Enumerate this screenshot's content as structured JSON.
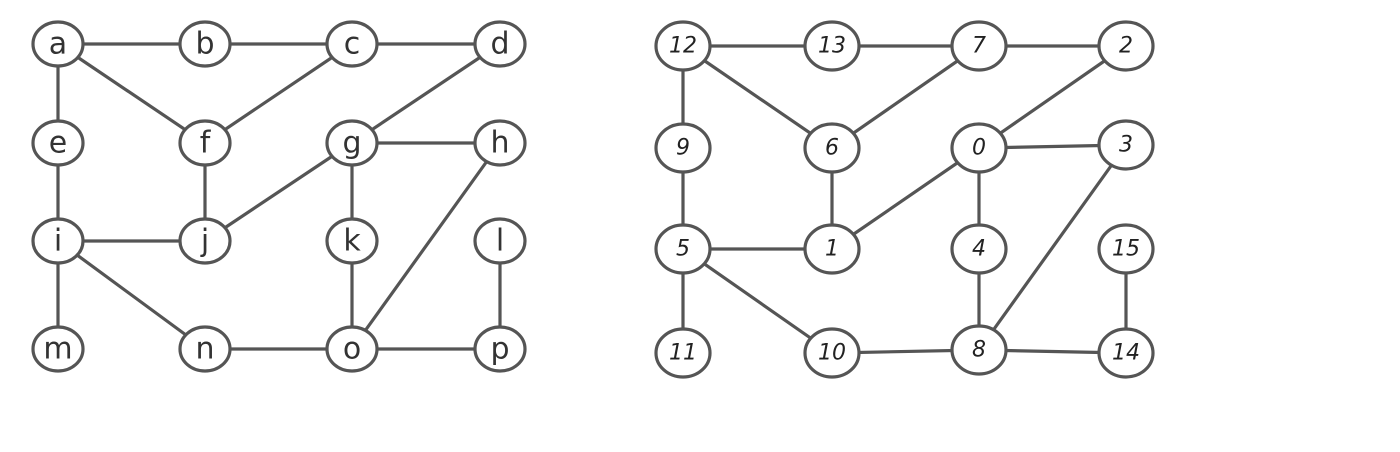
{
  "graphs": [
    {
      "id": "letter-graph",
      "nodes": [
        {
          "id": "a",
          "label": "a"
        },
        {
          "id": "b",
          "label": "b"
        },
        {
          "id": "c",
          "label": "c"
        },
        {
          "id": "d",
          "label": "d"
        },
        {
          "id": "e",
          "label": "e"
        },
        {
          "id": "f",
          "label": "f"
        },
        {
          "id": "g",
          "label": "g"
        },
        {
          "id": "h",
          "label": "h"
        },
        {
          "id": "i",
          "label": "i"
        },
        {
          "id": "j",
          "label": "j"
        },
        {
          "id": "k",
          "label": "k"
        },
        {
          "id": "l",
          "label": "l"
        },
        {
          "id": "m",
          "label": "m"
        },
        {
          "id": "n",
          "label": "n"
        },
        {
          "id": "o",
          "label": "o"
        },
        {
          "id": "p",
          "label": "p"
        }
      ],
      "edges": [
        [
          "a",
          "b"
        ],
        [
          "b",
          "c"
        ],
        [
          "c",
          "d"
        ],
        [
          "a",
          "e"
        ],
        [
          "a",
          "f"
        ],
        [
          "c",
          "f"
        ],
        [
          "d",
          "g"
        ],
        [
          "g",
          "h"
        ],
        [
          "e",
          "i"
        ],
        [
          "f",
          "j"
        ],
        [
          "g",
          "j"
        ],
        [
          "g",
          "k"
        ],
        [
          "i",
          "j"
        ],
        [
          "i",
          "m"
        ],
        [
          "i",
          "n"
        ],
        [
          "k",
          "o"
        ],
        [
          "h",
          "o"
        ],
        [
          "l",
          "p"
        ],
        [
          "n",
          "o"
        ],
        [
          "o",
          "p"
        ]
      ]
    },
    {
      "id": "number-graph",
      "nodes": [
        {
          "id": "a",
          "label": "12"
        },
        {
          "id": "b",
          "label": "13"
        },
        {
          "id": "c",
          "label": "7"
        },
        {
          "id": "d",
          "label": "2"
        },
        {
          "id": "e",
          "label": "9"
        },
        {
          "id": "f",
          "label": "6"
        },
        {
          "id": "g",
          "label": "0"
        },
        {
          "id": "h",
          "label": "3"
        },
        {
          "id": "i",
          "label": "5"
        },
        {
          "id": "j",
          "label": "1"
        },
        {
          "id": "k",
          "label": "4"
        },
        {
          "id": "l",
          "label": "15"
        },
        {
          "id": "m",
          "label": "11"
        },
        {
          "id": "n",
          "label": "10"
        },
        {
          "id": "o",
          "label": "8"
        },
        {
          "id": "p",
          "label": "14"
        }
      ],
      "edges": [
        [
          "a",
          "b"
        ],
        [
          "b",
          "c"
        ],
        [
          "c",
          "d"
        ],
        [
          "a",
          "e"
        ],
        [
          "a",
          "f"
        ],
        [
          "c",
          "f"
        ],
        [
          "d",
          "g"
        ],
        [
          "g",
          "h"
        ],
        [
          "e",
          "i"
        ],
        [
          "f",
          "j"
        ],
        [
          "g",
          "j"
        ],
        [
          "g",
          "k"
        ],
        [
          "i",
          "j"
        ],
        [
          "i",
          "m"
        ],
        [
          "i",
          "n"
        ],
        [
          "k",
          "o"
        ],
        [
          "h",
          "o"
        ],
        [
          "l",
          "p"
        ],
        [
          "n",
          "o"
        ],
        [
          "o",
          "p"
        ]
      ]
    }
  ]
}
